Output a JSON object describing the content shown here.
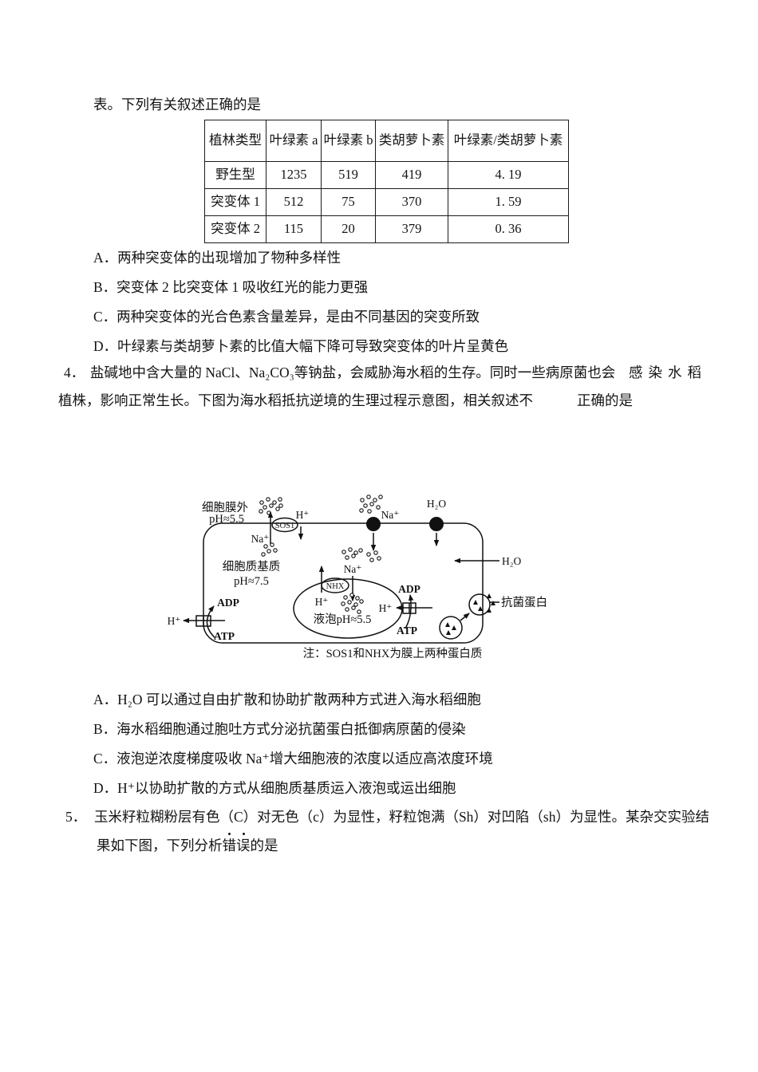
{
  "q3": {
    "stem_tail": "表。下列有关叙述正确的是",
    "table": {
      "headers": [
        "植林类型",
        "叶绿素 a",
        "叶绿素 b",
        "类胡萝卜素",
        "叶绿素/类胡萝卜素"
      ],
      "rows": [
        [
          "野生型",
          "1235",
          "519",
          "419",
          "4. 19"
        ],
        [
          "突变体 1",
          "512",
          "75",
          "370",
          "1. 59"
        ],
        [
          "突变体 2",
          "115",
          "20",
          "379",
          "0. 36"
        ]
      ]
    },
    "options": [
      "A．两种突变体的出现增加了物种多样性",
      "B．突变体 2 比突变体 1 吸收红光的能力更强",
      "C．两种突变体的光合色素含量差异，是由不同基因的突变所致",
      "D．叶绿素与类胡萝卜素的比值大幅下降可导致突变体的叶片呈黄色"
    ]
  },
  "q4": {
    "number": "4．",
    "line1_main": "盐碱地中含大量的 NaCl、Na₂CO₃等钠盐，会威胁海水稻的生存。同时一些病原菌也会",
    "line1_spaced": "感染水稻",
    "line2_main": "植株，影响正常生长。下图为海水稻抵抗逆境的生理过程示意图，相关叙述不",
    "line2_tail": "正确的是",
    "options": [
      "A．H₂O 可以通过自由扩散和协助扩散两种方式进入海水稻细胞",
      "B．海水稻细胞通过胞吐方式分泌抗菌蛋白抵御病原菌的侵染",
      "C．液泡逆浓度梯度吸收 Na⁺增大细胞液的浓度以适应高浓度环境",
      "D．H⁺以协助扩散的方式从细胞质基质运入液泡或运出细胞"
    ]
  },
  "q5": {
    "number": "5．",
    "line1": "玉米籽粒糊粉层有色（C）对无色（c）为显性，籽粒饱满（Sh）对凹陷（sh）为显性。某杂交实验结",
    "line2_pre": "果如下图，下列分析",
    "line2_emph": "错误",
    "line2_post": "的是"
  },
  "diagram": {
    "outside_line1": "细胞膜外",
    "outside_line2": "pH≈5.5",
    "sos1": "SOS1",
    "nhx": "NHX",
    "h_plus": "H⁺",
    "na_plus": "Na⁺",
    "h2o": "H₂O",
    "adp": "ADP",
    "atp": "ATP",
    "cytoplasm_line1": "细胞质基质",
    "cytoplasm_line2": "pH≈7.5",
    "vacuole_ph": "液泡pH≈5.5",
    "antibacterial": "抗菌蛋白",
    "note": "注：SOS1和NHX为膜上两种蛋白质"
  },
  "colors": {
    "ink": "#141414",
    "paper": "#ffffff"
  }
}
